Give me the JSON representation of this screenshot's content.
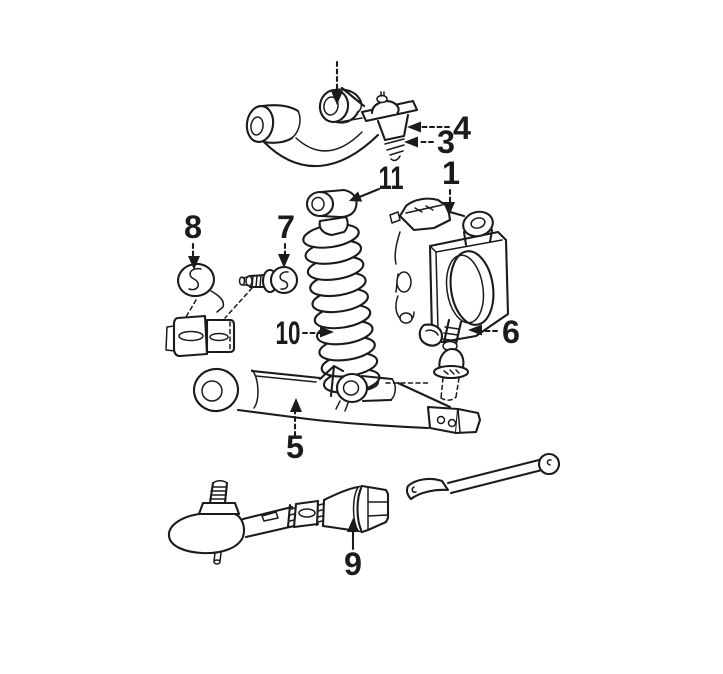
{
  "figure": {
    "background": "#ffffff",
    "ink": "#1b1b1b",
    "callouts": {
      "c1": {
        "label": "1"
      },
      "c3": {
        "label": "3"
      },
      "c4": {
        "label": "4"
      },
      "c5": {
        "label": "5"
      },
      "c6": {
        "label": "6"
      },
      "c7": {
        "label": "7"
      },
      "c8": {
        "label": "8"
      },
      "c9": {
        "label": "9"
      },
      "c10": {
        "label": "10"
      },
      "c11": {
        "label": "11"
      }
    }
  }
}
